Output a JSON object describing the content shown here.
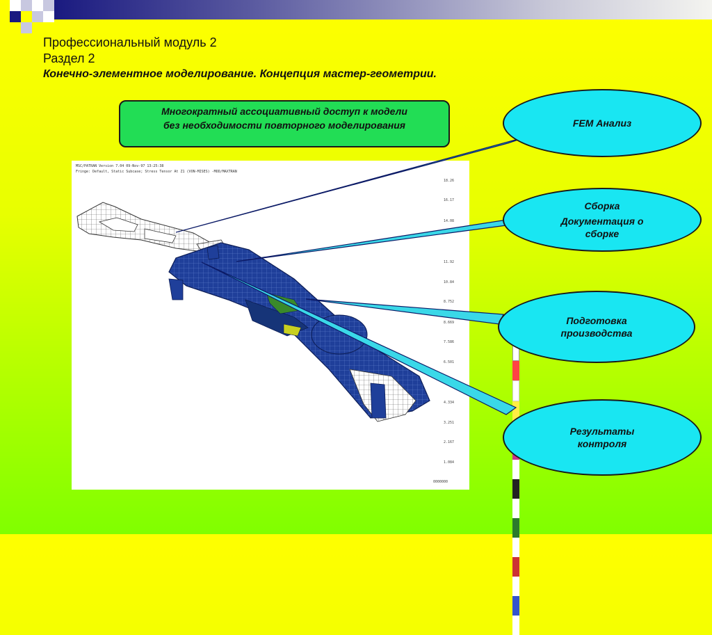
{
  "header": {
    "line1": "Профессиональный модуль 2",
    "line2": "Раздел 2",
    "subtitle": "Конечно-элементное моделирование. Концепция мастер-геометрии."
  },
  "callout": {
    "line1": "Многократный ассоциативный доступ к модели",
    "line2": "без необходимости повторного моделирования"
  },
  "bubbles": [
    {
      "lines": [
        "FEM Анализ"
      ]
    },
    {
      "lines": [
        "Сборка",
        "Документация о сборке"
      ]
    },
    {
      "lines": [
        "Подготовка",
        "производства"
      ]
    },
    {
      "lines": [
        "Результаты",
        "контроля"
      ]
    }
  ],
  "fem_image": {
    "header_line1": "MSC/PATRAN Version 7.04 09-Nov-97 13:25:38",
    "header_line2": "Fringe: Default, Static Subcase; Stress Tensor At Z1 (VON-MISES) -MOD/MAXTRAN",
    "legend_values": [
      "18.26",
      "16.17",
      "14.08",
      "",
      "11.92",
      "10.84",
      "8.752",
      "8.669",
      "7.586",
      "6.501",
      "5.418",
      "4.334",
      "3.251",
      "2.167",
      "1.084",
      "0000000"
    ]
  },
  "colors": {
    "ellipse_fill": "#19e6f2",
    "callout_fill": "#22dd55",
    "model_blue": "#1f3f9a",
    "connector": "#0b1a66"
  }
}
